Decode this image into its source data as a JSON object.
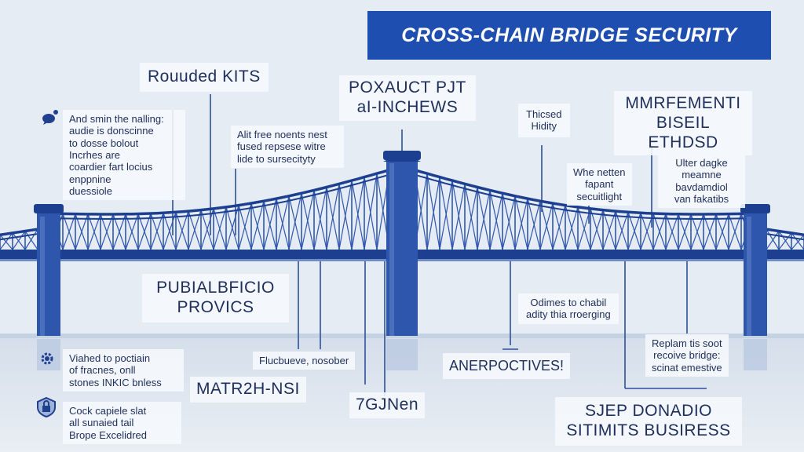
{
  "title": "CROSS-CHAIN BRIDGE SECURITY",
  "labels": {
    "rounded_kits": "Rouuded KITS",
    "poxauct": "POXAUCT PJT\naI-INCHEWS",
    "thiosed": "Thicsed\nHidity",
    "management": "MMRFEMENTI\nBISEIL ETHDSD",
    "left_note": "And smin the nalling:\naudie is donscinne\nto dosse bolout\nIncrhes are\ncoardier fart locius\nenppnine\nduessiole",
    "free_notes": "Alit free noents nest\nfused repsese witre\nlide to sursecityty",
    "whe_note": "Whe netten\nfapant\nsecuitlight",
    "ulter_note": "Ulter dagke\nmeamne\nbavdamdiol\nvan fakatibs",
    "publ": "PUBIALBFICIO\nPROVICS",
    "odimes": "Odimes to chabil\nadity thia rroerging",
    "viahed": "Viahed to poctiain\nof fracnes, onll\nstones INKIC bnless",
    "fluctuative": "Flucbueve, nosober",
    "anerpoctives": "ANERPOCTIVES!",
    "replan": "Replam tis soot\nrecoive bridge:\nscinat emestive",
    "matrzh": "MATR2H-NSI",
    "seven": "7GJNen",
    "cock": "Cock capiele slat\nall sunaied tail\nBrope Excelidred",
    "siep": "SJEP DONADIO\nSITIMITS BUSIRESS"
  },
  "icons": [
    "chat-bubble-icon",
    "gear-icon",
    "shield-lock-icon"
  ],
  "colors": {
    "background": "#e6ecf3",
    "title_bg": "#1e4fb0",
    "title_text": "#ffffff",
    "bridge": "#2f56ad",
    "bridge_dark": "#1d3f8f",
    "text": "#1f2f5c"
  }
}
